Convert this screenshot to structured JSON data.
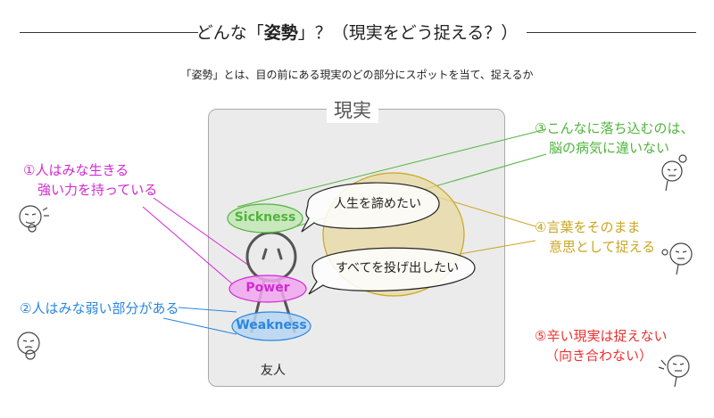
{
  "header": {
    "title_prefix": "どんな「",
    "title_bold": "姿勢",
    "title_suffix": "」？（現実をどう捉える？）",
    "subtitle": "「姿勢」とは、目の前にある現実のどの部分にスポットを当て、捉えるか"
  },
  "reality": {
    "label": "現実",
    "friend_label": "友人"
  },
  "ellipses": {
    "sickness": "Sickness",
    "power": "Power",
    "weakness": "Weakness"
  },
  "bubbles": {
    "give_up": "人生を諦めたい",
    "throw_away": "すべてを投げ出したい"
  },
  "notes": {
    "n1": {
      "line1": "①人はみな生きる",
      "line2": "強い力を持っている"
    },
    "n2": {
      "line1": "②人はみな弱い部分がある"
    },
    "n3": {
      "line1": "③こんなに落ち込むのは、",
      "line2": "脳の病気に違いない"
    },
    "n4": {
      "line1": "④言葉をそのまま",
      "line2": "意思として捉える"
    },
    "n5": {
      "line1": "⑤辛い現実は捉えない",
      "line2": "（向き合わない）"
    }
  },
  "colors": {
    "green": "#4fb43c",
    "magenta": "#d329d3",
    "blue": "#2a86e0",
    "gold": "#c9a520",
    "red": "#ee3030"
  }
}
